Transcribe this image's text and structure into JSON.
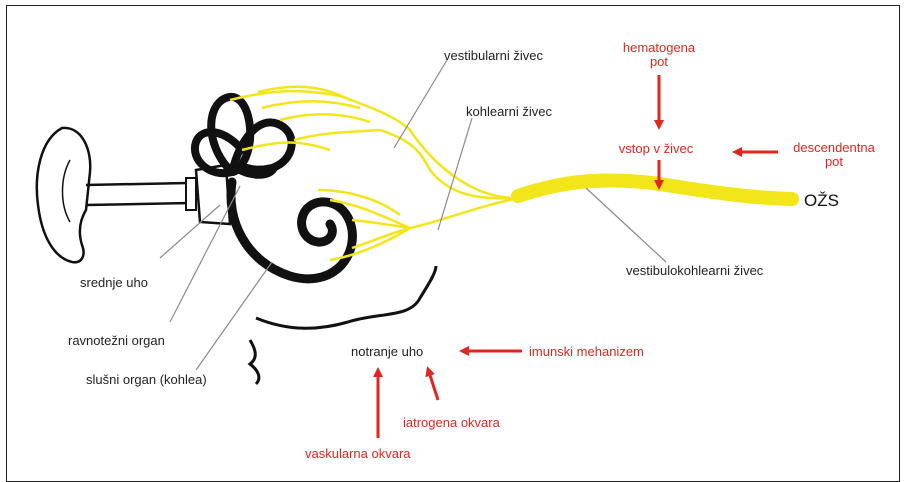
{
  "labels": {
    "vestibular_nerve": "vestibularni živec",
    "cochlear_nerve": "kohlearni živec",
    "middle_ear": "srednje uho",
    "balance_organ": "ravnotežni organ",
    "hearing_organ": "slušni organ (kohlea)",
    "inner_ear": "notranje uho",
    "vestibulocochlear_nerve": "vestibulokohlearni živec",
    "cns": "OŽS"
  },
  "mechanisms": {
    "hematogenous_line1": "hematogena",
    "hematogenous_line2": "pot",
    "nerve_entry": "vstop v živec",
    "descending_line1": "descendentna",
    "descending_line2": "pot",
    "immune": "imunski mehanizem",
    "iatrogenic": "iatrogena okvara",
    "vascular": "vaskularna okvara"
  },
  "colors": {
    "arrow": "#e0261e",
    "nerve": "#f2e61a",
    "outline": "#111111",
    "leader": "#8a8a8a",
    "frame": "#222222"
  }
}
